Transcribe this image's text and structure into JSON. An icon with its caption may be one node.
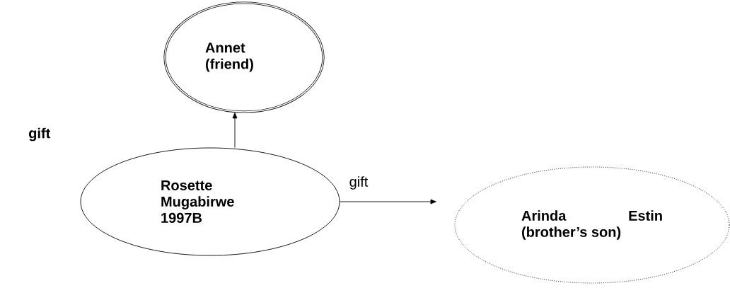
{
  "diagram": {
    "nodes": [
      {
        "text": [
          "Annet (friend)"
        ]
      },
      {
        "text": [
          "Rosette Mugabirwe 1997B"
        ]
      },
      {
        "text": [
          "Arinda Estin (brother’s son)"
        ]
      }
    ],
    "edges": [
      {
        "from": 1,
        "to": 0,
        "arrow": "to"
      },
      {
        "from": 1,
        "to": 2,
        "arrow": "to",
        "label": "gift"
      }
    ],
    "labels": [
      "gift"
    ]
  }
}
